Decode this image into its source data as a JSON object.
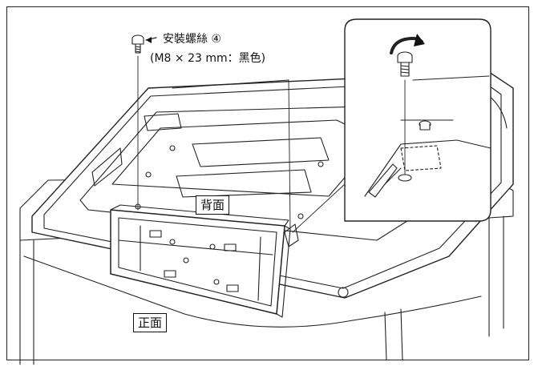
{
  "labels": {
    "screw_name": "安裝螺絲 ④",
    "screw_spec": "(M8 × 23 mm：黑色)",
    "back_side": "背面",
    "front_side": "正面"
  },
  "icons": [
    "screw-icon",
    "rotation-arrow-icon"
  ]
}
